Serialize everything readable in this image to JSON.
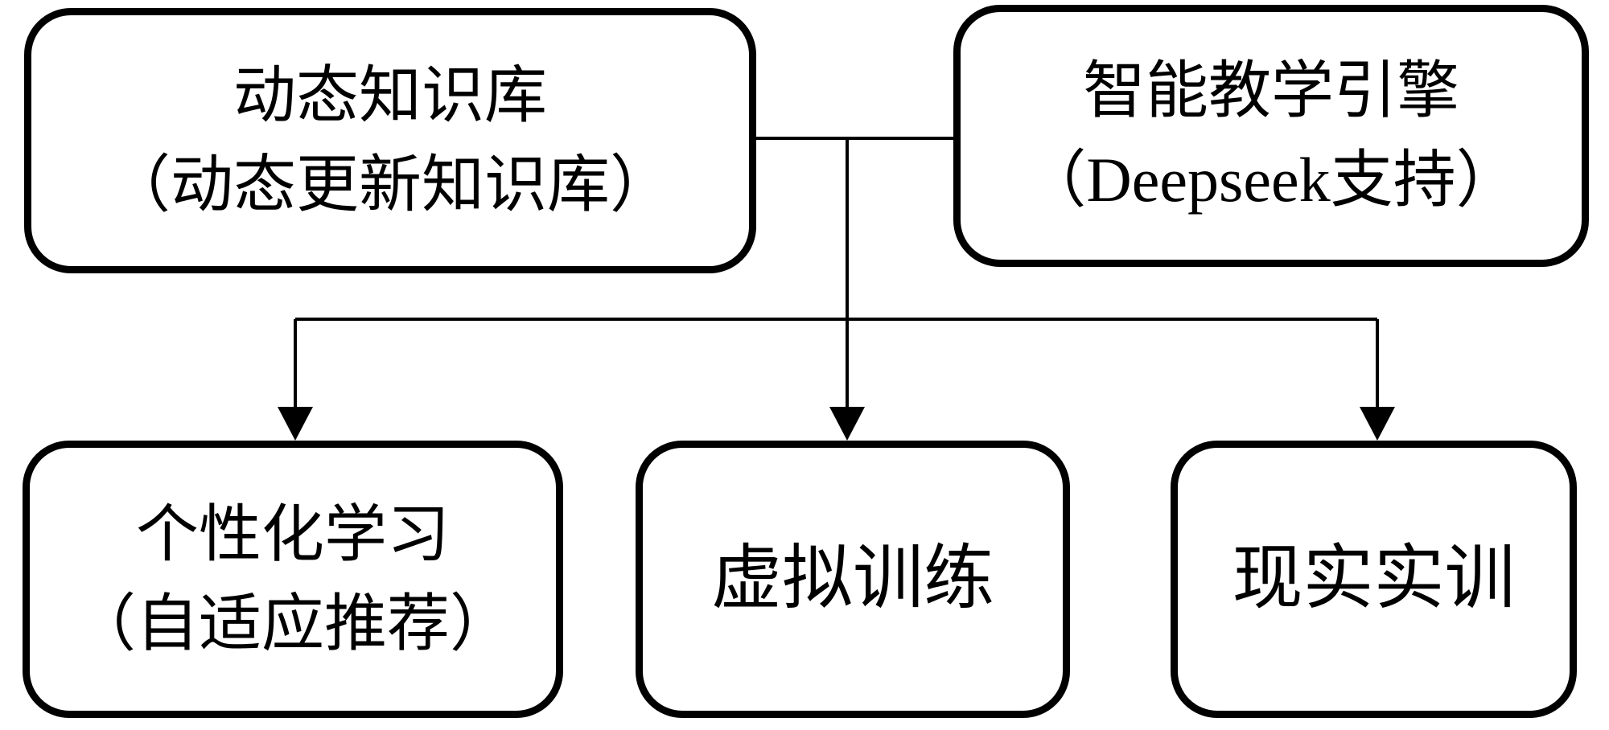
{
  "diagram": {
    "nodes": {
      "knowledge_base": {
        "line1": "动态知识库",
        "line2": "（动态更新知识库）"
      },
      "teaching_engine": {
        "line1": "智能教学引擎",
        "line2": "（Deepseek支持）"
      },
      "personalized_learning": {
        "line1": "个性化学习",
        "line2": "（自适应推荐）"
      },
      "virtual_training": {
        "line1": "虚拟训练"
      },
      "real_training": {
        "line1": "现实实训"
      }
    },
    "edges": [
      {
        "from": "knowledge_base",
        "to": "teaching_engine",
        "style": "plain-line"
      },
      {
        "from": "knowledge_base + teaching_engine",
        "to": "personalized_learning",
        "style": "arrow"
      },
      {
        "from": "knowledge_base + teaching_engine",
        "to": "virtual_training",
        "style": "arrow"
      },
      {
        "from": "knowledge_base + teaching_engine",
        "to": "real_training",
        "style": "arrow"
      }
    ],
    "colors": {
      "background": "#ffffff",
      "box_fill": "#ffffff",
      "box_border": "#000000",
      "line": "#000000",
      "text": "#000000"
    }
  }
}
